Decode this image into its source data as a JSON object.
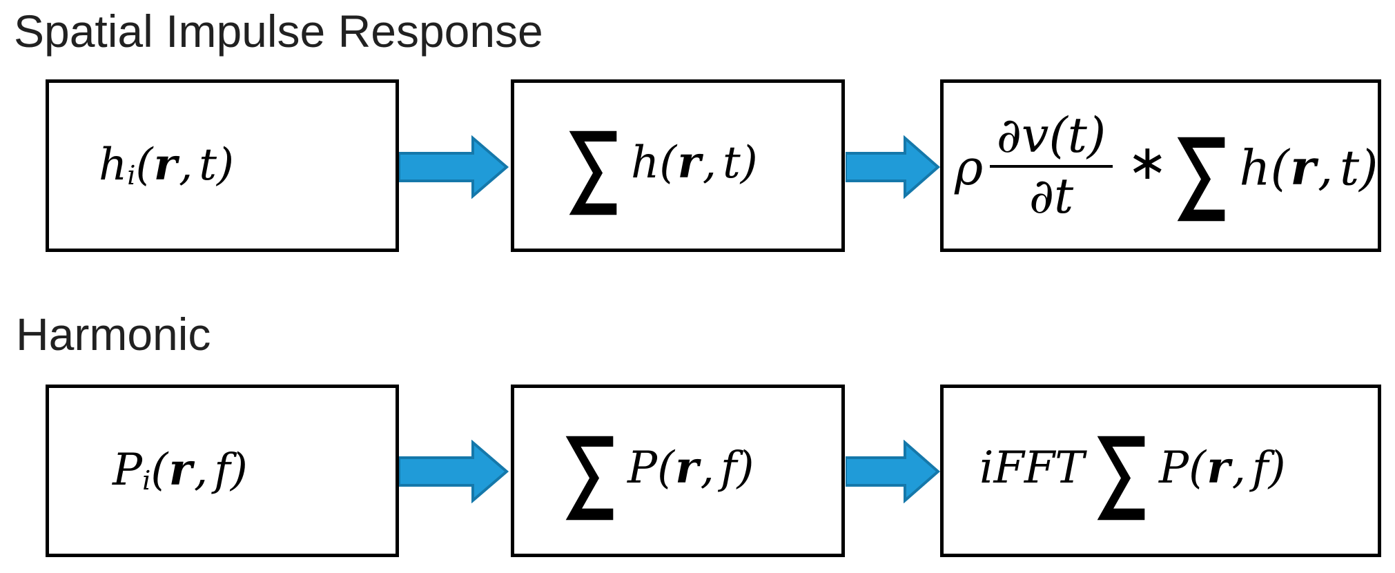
{
  "diagram": {
    "background": "#ffffff",
    "colors": {
      "arrow_fill": "#209BD8",
      "arrow_stroke": "#1578AA",
      "box_border": "#000000",
      "formula_text": "#000000",
      "title_text": "#212121"
    },
    "rows": [
      {
        "title": "Spatial Impulse Response",
        "boxes": [
          {
            "func": "h",
            "sub": "i",
            "open": "(",
            "vec": "r",
            "comma": ",",
            "arg": "t",
            "close": ")"
          },
          {
            "sigma": "∑",
            "func": "h",
            "open": "(",
            "vec": "r",
            "comma": ",",
            "arg": "t",
            "close": ")"
          },
          {
            "rho": "ρ",
            "frac_num": "∂v(t)",
            "frac_den": "∂t",
            "conv_op": "∗",
            "sigma": "∑",
            "func": "h",
            "open": "(",
            "vec": "r",
            "comma": ",",
            "arg": "t",
            "close": ")"
          }
        ]
      },
      {
        "title": "Harmonic",
        "boxes": [
          {
            "func": "P",
            "sub": "i",
            "open": "(",
            "vec": "r",
            "comma": ",",
            "arg": "f",
            "close": ")"
          },
          {
            "sigma": "∑",
            "func": "P",
            "open": "(",
            "vec": "r",
            "comma": ",",
            "arg": "f",
            "close": ")"
          },
          {
            "prefix": "iFFT",
            "sigma": "∑",
            "func": "P",
            "open": "(",
            "vec": "r",
            "comma": ",",
            "arg": "f",
            "close": ")"
          }
        ]
      }
    ]
  }
}
